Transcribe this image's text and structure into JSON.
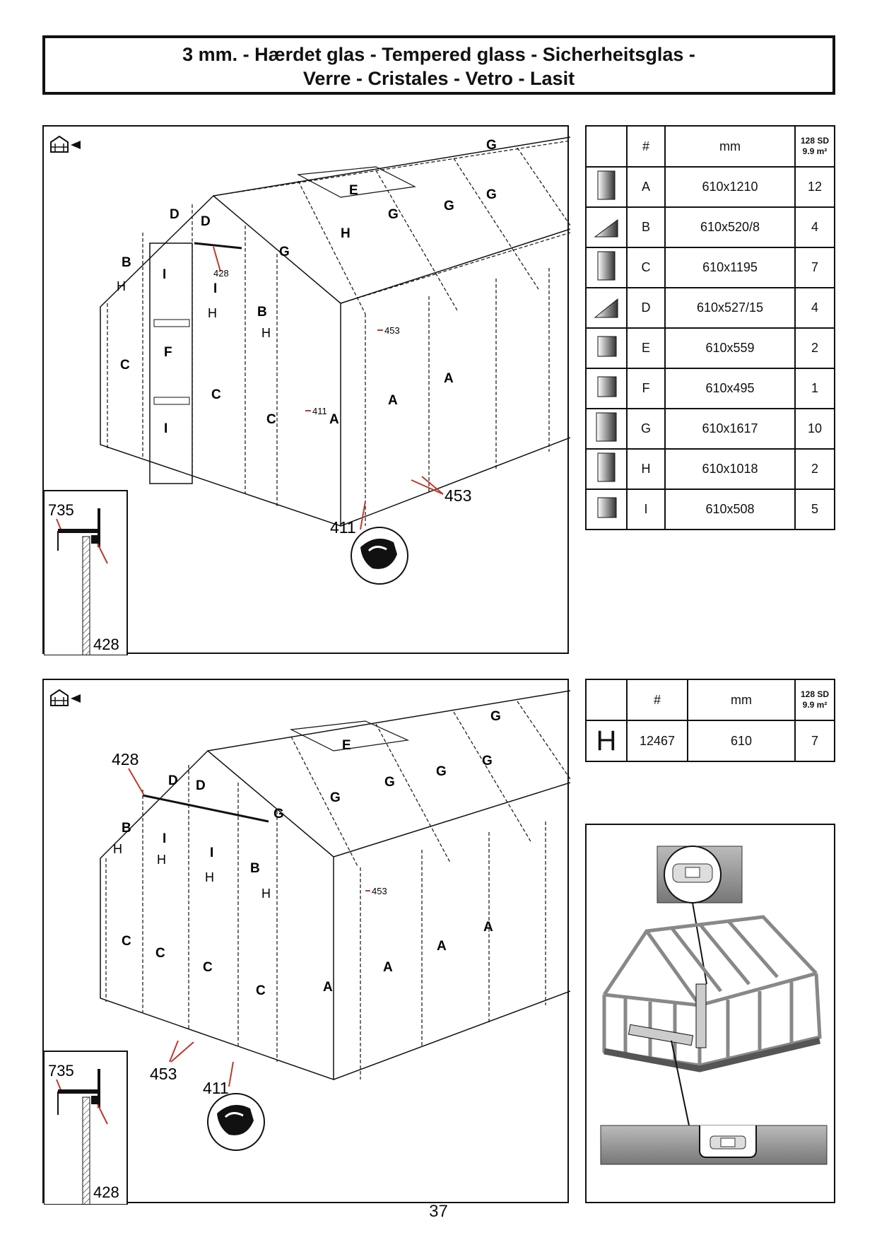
{
  "title": {
    "line1": "3 mm. - Hærdet glas - Tempered glass - Sicherheitsglas -",
    "line2": "Verre - Cristales - Vetro - Lasit"
  },
  "table1": {
    "headers": {
      "num": "#",
      "mm": "mm",
      "qty_line1": "128 SD",
      "qty_line2": "9.9 m²"
    },
    "rows": [
      {
        "id": "A",
        "size": "610x1210",
        "qty": "12",
        "icon": "rect-tall-pane-icon"
      },
      {
        "id": "B",
        "size": "610x520/8",
        "qty": "4",
        "icon": "triangle-pane-icon"
      },
      {
        "id": "C",
        "size": "610x1195",
        "qty": "7",
        "icon": "rect-tall-pane-icon"
      },
      {
        "id": "D",
        "size": "610x527/15",
        "qty": "4",
        "icon": "triangle-pane-icon"
      },
      {
        "id": "E",
        "size": "610x559",
        "qty": "2",
        "icon": "square-pane-icon"
      },
      {
        "id": "F",
        "size": "610x495",
        "qty": "1",
        "icon": "square-pane-icon"
      },
      {
        "id": "G",
        "size": "610x1617",
        "qty": "10",
        "icon": "rect-tall-pane-icon"
      },
      {
        "id": "H",
        "size": "610x1018",
        "qty": "2",
        "icon": "rect-tall-pane-icon"
      },
      {
        "id": "I",
        "size": "610x508",
        "qty": "5",
        "icon": "square-pane-icon"
      }
    ]
  },
  "table2": {
    "headers": {
      "num": "#",
      "mm": "mm",
      "qty_line1": "128 SD",
      "qty_line2": "9.9 m²"
    },
    "rows": [
      {
        "icon_text": "H",
        "id": "12467",
        "size": "610",
        "qty": "7"
      }
    ]
  },
  "diagram1": {
    "callouts": {
      "c428": "428",
      "c453": "453",
      "c411": "411",
      "c453b": "453",
      "c411b": "411",
      "c735": "735",
      "c428b": "428"
    },
    "panes": [
      "A",
      "A",
      "A",
      "C",
      "C",
      "C",
      "B",
      "B",
      "D",
      "D",
      "E",
      "F",
      "G",
      "G",
      "G",
      "G",
      "G",
      "H",
      "I",
      "I",
      "I",
      "H",
      "H",
      "H"
    ]
  },
  "diagram2": {
    "callouts": {
      "c428": "428",
      "c453": "453",
      "c453b": "453",
      "c411": "411",
      "c735": "735",
      "c428b": "428"
    },
    "panes": [
      "A",
      "A",
      "A",
      "A",
      "C",
      "C",
      "C",
      "C",
      "B",
      "B",
      "D",
      "D",
      "E",
      "G",
      "G",
      "G",
      "G",
      "G",
      "G",
      "I",
      "I",
      "H",
      "H",
      "H",
      "H"
    ]
  },
  "page_number": "37"
}
